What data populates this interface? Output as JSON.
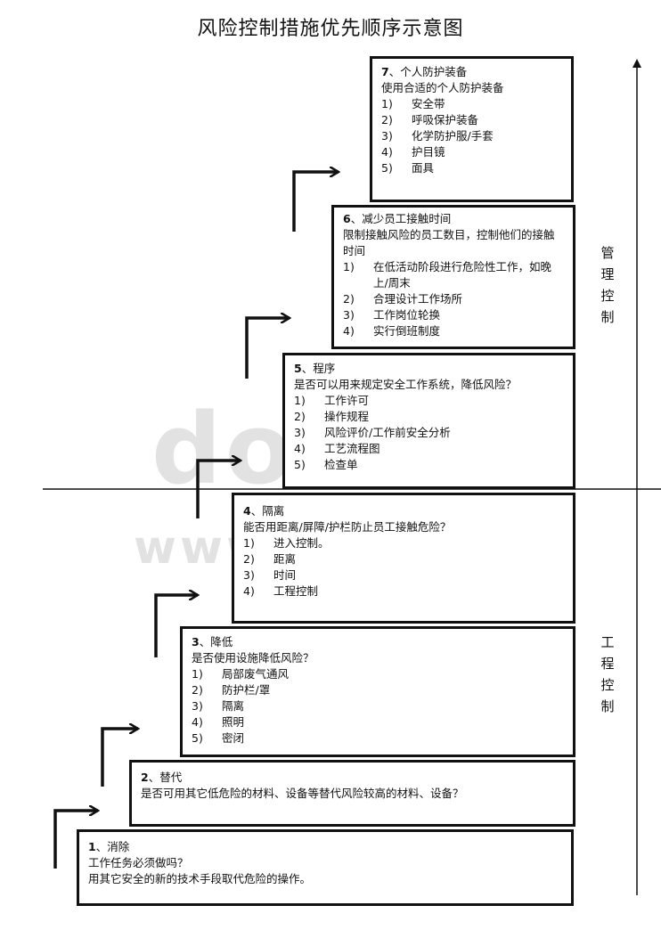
{
  "title": "风险控制措施优先顺序示意图",
  "watermark": {
    "line1": "doc",
    "line2": "www"
  },
  "side_labels": {
    "management": "管理控制",
    "engineering": "工程控制"
  },
  "steps": [
    {
      "num": "1",
      "heading": "消除",
      "body": [
        "工作任务必须做吗？",
        "用其它安全的新的技术手段取代危险的操作。"
      ],
      "items": []
    },
    {
      "num": "2",
      "heading": "替代",
      "body": [
        "是否可用其它低危险的材料、设备等替代风险较高的材料、设备？"
      ],
      "items": []
    },
    {
      "num": "3",
      "heading": "降低",
      "body": [
        "是否使用设施降低风险？"
      ],
      "items": [
        {
          "n": "1)",
          "t": "局部废气通风"
        },
        {
          "n": "2)",
          "t": "防护栏/罩"
        },
        {
          "n": "3)",
          "t": "隔离"
        },
        {
          "n": "4)",
          "t": "照明"
        },
        {
          "n": "5)",
          "t": "密闭"
        }
      ]
    },
    {
      "num": "4",
      "heading": "隔离",
      "body": [
        "能否用距离/屏障/护栏防止员工接触危险？"
      ],
      "items": [
        {
          "n": "1)",
          "t": "进入控制。"
        },
        {
          "n": "2)",
          "t": "距离"
        },
        {
          "n": "3)",
          "t": "时间"
        },
        {
          "n": "4)",
          "t": "工程控制"
        }
      ]
    },
    {
      "num": "5",
      "heading": "程序",
      "body": [
        "是否可以用来规定安全工作系统，降低风险？"
      ],
      "items": [
        {
          "n": "1)",
          "t": "工作许可"
        },
        {
          "n": "2)",
          "t": "操作规程"
        },
        {
          "n": "3)",
          "t": "风险评价/工作前安全分析"
        },
        {
          "n": "4)",
          "t": "工艺流程图"
        },
        {
          "n": "5)",
          "t": "检查单"
        }
      ]
    },
    {
      "num": "6",
      "heading": "减少员工接触时间",
      "body": [
        "限制接触风险的员工数目，控制他们的接触时间"
      ],
      "items": [
        {
          "n": "1)",
          "t": "在低活动阶段进行危险性工作，如晚上/周末"
        },
        {
          "n": "2)",
          "t": "合理设计工作场所"
        },
        {
          "n": "3)",
          "t": "工作岗位轮换"
        },
        {
          "n": "4)",
          "t": "实行倒班制度"
        }
      ]
    },
    {
      "num": "7",
      "heading": "个人防护装备",
      "body": [
        "使用合适的个人防护装备"
      ],
      "items": [
        {
          "n": "1)",
          "t": "安全带"
        },
        {
          "n": "2)",
          "t": "呼吸保护装备"
        },
        {
          "n": "3)",
          "t": "化学防护服/手套"
        },
        {
          "n": "4)",
          "t": "护目镜"
        },
        {
          "n": "5)",
          "t": "面具"
        }
      ]
    }
  ]
}
